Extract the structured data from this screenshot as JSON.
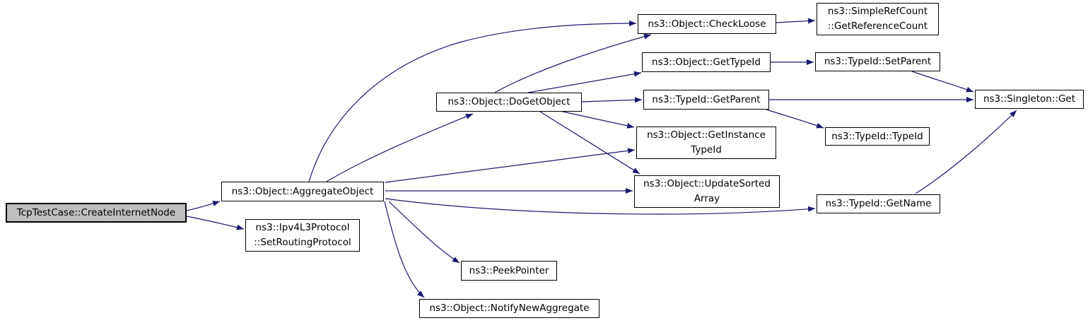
{
  "diagram": {
    "type": "call-graph",
    "root": "TcpTestCase::CreateInternetNode",
    "colors": {
      "edge": "#191970",
      "node_fill": "#ffffff",
      "node_border": "#000000",
      "highlight_fill": "#bfbfbf",
      "background": "#ffffff"
    },
    "nodes": [
      {
        "id": "create-internet-node",
        "label": "TcpTestCase::CreateInternetNode",
        "highlighted": true
      },
      {
        "id": "aggregate-object",
        "label": "ns3::Object::AggregateObject",
        "highlighted": false
      },
      {
        "id": "set-routing-protocol",
        "label": "ns3::Ipv4L3Protocol\n::SetRoutingProtocol",
        "highlighted": false
      },
      {
        "id": "check-loose",
        "label": "ns3::Object::CheckLoose",
        "highlighted": false
      },
      {
        "id": "get-reference-count",
        "label": "ns3::SimpleRefCount\n::GetReferenceCount",
        "highlighted": false
      },
      {
        "id": "get-type-id",
        "label": "ns3::Object::GetTypeId",
        "highlighted": false
      },
      {
        "id": "set-parent",
        "label": "ns3::TypeId::SetParent",
        "highlighted": false
      },
      {
        "id": "do-get-object",
        "label": "ns3::Object::DoGetObject",
        "highlighted": false
      },
      {
        "id": "get-parent",
        "label": "ns3::TypeId::GetParent",
        "highlighted": false
      },
      {
        "id": "singleton-get",
        "label": "ns3::Singleton::Get",
        "highlighted": false
      },
      {
        "id": "type-id-constructor",
        "label": "ns3::TypeId::TypeId",
        "highlighted": false
      },
      {
        "id": "get-instance-type-id",
        "label": "ns3::Object::GetInstance\nTypeId",
        "highlighted": false
      },
      {
        "id": "update-sorted-array",
        "label": "ns3::Object::UpdateSorted\nArray",
        "highlighted": false
      },
      {
        "id": "get-name",
        "label": "ns3::TypeId::GetName",
        "highlighted": false
      },
      {
        "id": "peek-pointer",
        "label": "ns3::PeekPointer",
        "highlighted": false
      },
      {
        "id": "notify-new-aggregate",
        "label": "ns3::Object::NotifyNewAggregate",
        "highlighted": false
      }
    ],
    "edges": [
      {
        "from": "TcpTestCase::CreateInternetNode",
        "to": "ns3::Object::AggregateObject"
      },
      {
        "from": "TcpTestCase::CreateInternetNode",
        "to": "ns3::Ipv4L3Protocol::SetRoutingProtocol"
      },
      {
        "from": "ns3::Object::AggregateObject",
        "to": "ns3::Object::CheckLoose"
      },
      {
        "from": "ns3::Object::AggregateObject",
        "to": "ns3::Object::DoGetObject"
      },
      {
        "from": "ns3::Object::AggregateObject",
        "to": "ns3::Object::GetInstanceTypeId"
      },
      {
        "from": "ns3::Object::AggregateObject",
        "to": "ns3::Object::UpdateSortedArray"
      },
      {
        "from": "ns3::Object::AggregateObject",
        "to": "ns3::TypeId::GetName"
      },
      {
        "from": "ns3::Object::AggregateObject",
        "to": "ns3::PeekPointer"
      },
      {
        "from": "ns3::Object::AggregateObject",
        "to": "ns3::Object::NotifyNewAggregate"
      },
      {
        "from": "ns3::Object::DoGetObject",
        "to": "ns3::Object::CheckLoose"
      },
      {
        "from": "ns3::Object::DoGetObject",
        "to": "ns3::Object::GetTypeId"
      },
      {
        "from": "ns3::Object::DoGetObject",
        "to": "ns3::TypeId::GetParent"
      },
      {
        "from": "ns3::Object::DoGetObject",
        "to": "ns3::Object::GetInstanceTypeId"
      },
      {
        "from": "ns3::Object::DoGetObject",
        "to": "ns3::Object::UpdateSortedArray"
      },
      {
        "from": "ns3::Object::CheckLoose",
        "to": "ns3::SimpleRefCount::GetReferenceCount"
      },
      {
        "from": "ns3::Object::GetTypeId",
        "to": "ns3::TypeId::SetParent"
      },
      {
        "from": "ns3::TypeId::SetParent",
        "to": "ns3::Singleton::Get"
      },
      {
        "from": "ns3::TypeId::GetParent",
        "to": "ns3::Singleton::Get"
      },
      {
        "from": "ns3::TypeId::GetParent",
        "to": "ns3::TypeId::TypeId"
      },
      {
        "from": "ns3::TypeId::GetName",
        "to": "ns3::Singleton::Get"
      }
    ]
  }
}
